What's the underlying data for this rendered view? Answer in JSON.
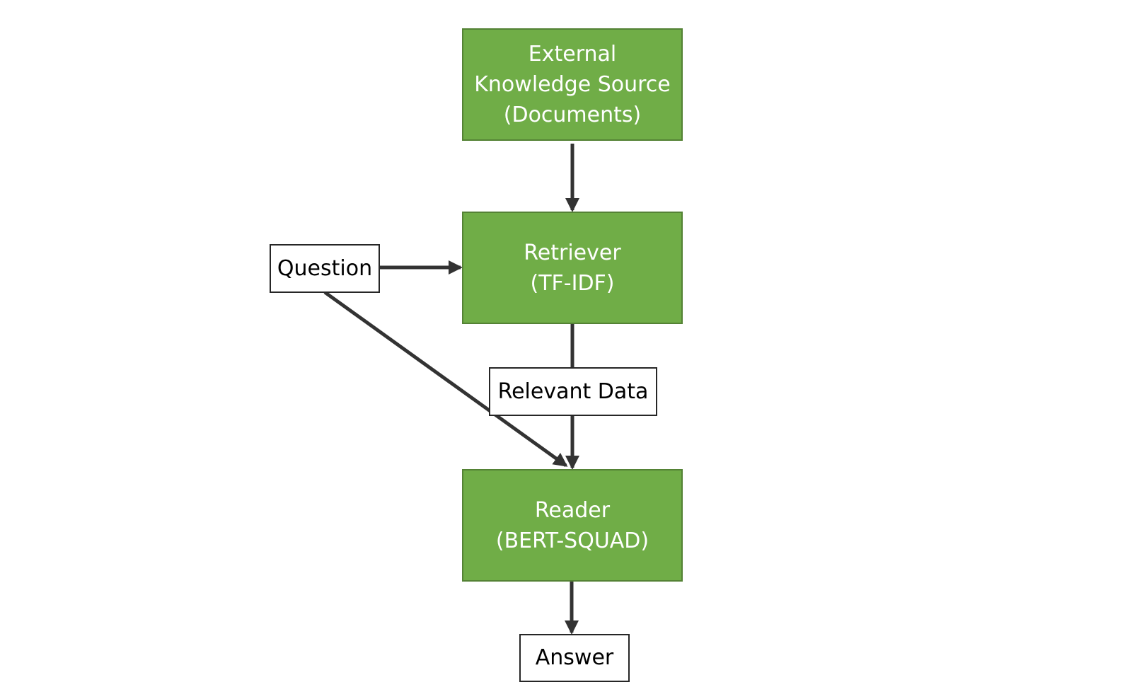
{
  "diagram": {
    "colors": {
      "process_fill": "#70ad47",
      "process_border": "#548235",
      "process_text": "#ffffff",
      "io_fill": "#ffffff",
      "io_border": "#262626",
      "arrow": "#333333"
    },
    "nodes": {
      "external_source": {
        "line1": "External",
        "line2": "Knowledge Source",
        "line3": "(Documents)"
      },
      "retriever": {
        "line1": "Retriever",
        "line2": "(TF-IDF)"
      },
      "reader": {
        "line1": "Reader",
        "line2": "(BERT-SQUAD)"
      },
      "question": {
        "label": "Question"
      },
      "relevant_data": {
        "label": "Relevant Data"
      },
      "answer": {
        "label": "Answer"
      }
    },
    "edges": [
      {
        "from": "external_source",
        "to": "retriever"
      },
      {
        "from": "question",
        "to": "retriever"
      },
      {
        "from": "retriever",
        "to": "reader",
        "label": "relevant_data"
      },
      {
        "from": "question",
        "to": "reader"
      },
      {
        "from": "reader",
        "to": "answer"
      }
    ]
  }
}
